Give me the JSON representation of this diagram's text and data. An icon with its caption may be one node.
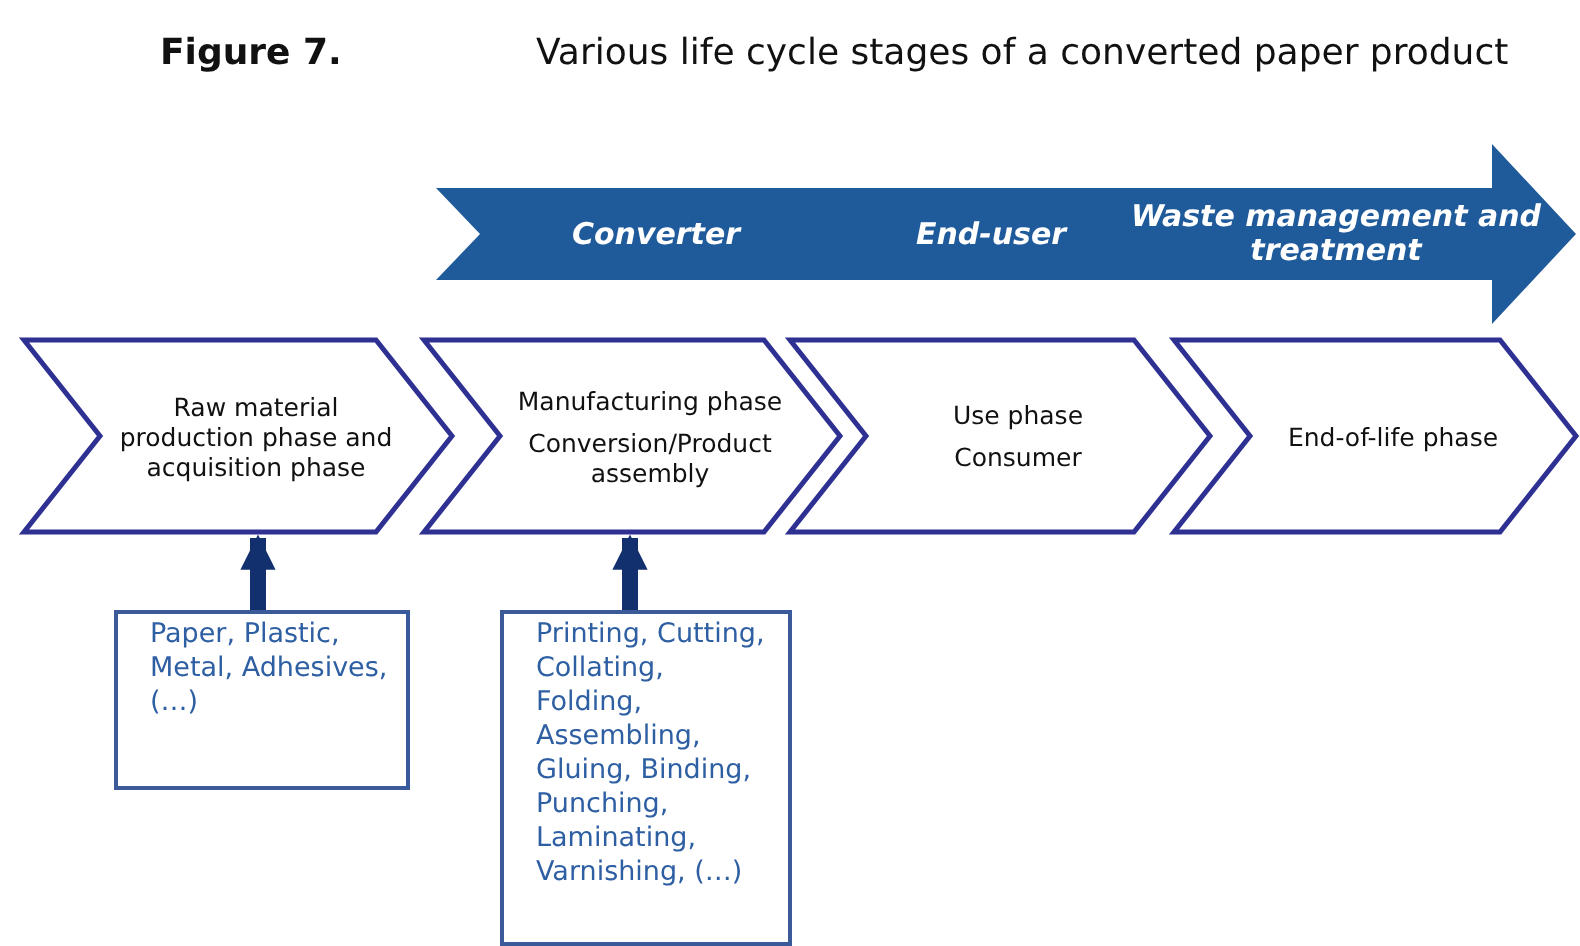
{
  "diagram": {
    "title": "Various life cycle stages of a converted paper product",
    "nodes": [
      {
        "text": [
          "Converter",
          "End-user",
          "Waste management and treatment"
        ]
      },
      {
        "text": [
          "Raw material production phase and acquisition phase"
        ]
      },
      {
        "text": [
          "Manufacturing phase",
          "Conversion/Product assembly"
        ]
      },
      {
        "text": [
          "Use phase",
          "Consumer"
        ]
      },
      {
        "text": [
          "End-of-life phase"
        ]
      },
      {
        "text": [
          "Paper, Plastic, Metal, Adhesives, (…)"
        ]
      },
      {
        "text": [
          "Printing, Cutting, Collating, Folding, Assembling, Gluing, Binding, Punching, Laminating, Varnishing, (…)"
        ]
      }
    ],
    "edges": [
      {
        "from": 5,
        "to": 1,
        "arrow": "to"
      },
      {
        "from": 6,
        "to": 2,
        "arrow": "to"
      }
    ],
    "labels": [
      "Figure 7."
    ]
  }
}
